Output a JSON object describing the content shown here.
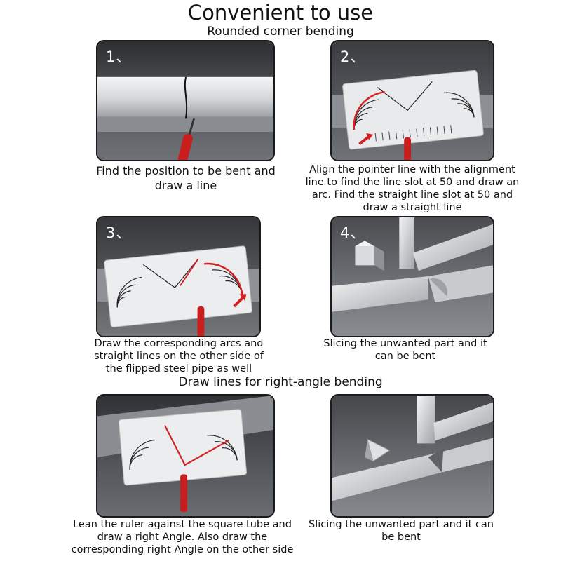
{
  "header": {
    "title": "Convenient to use",
    "section1": "Rounded corner bending",
    "section2": "Draw lines for right-angle bending"
  },
  "steps": [
    {
      "number": "1、",
      "caption": "Find the position to be bent and draw a line"
    },
    {
      "number": "2、",
      "caption": "Align the pointer line with the alignment line to find the line slot at 50 and draw an arc. Find the straight line slot at 50 and draw a straight line"
    },
    {
      "number": "3、",
      "caption": "Draw the corresponding arcs and straight lines on the other side of the flipped steel pipe as well"
    },
    {
      "number": "4、",
      "caption": "Slicing the unwanted part and it can be bent"
    }
  ],
  "right_angle": [
    {
      "caption": "Lean the ruler against the square tube and draw a right Angle. Also draw the corresponding right Angle on the other side"
    },
    {
      "caption": "Slicing the unwanted part and it can be bent"
    }
  ],
  "colors": {
    "accent": "#d32020",
    "panel_border": "#1a1a1a"
  }
}
